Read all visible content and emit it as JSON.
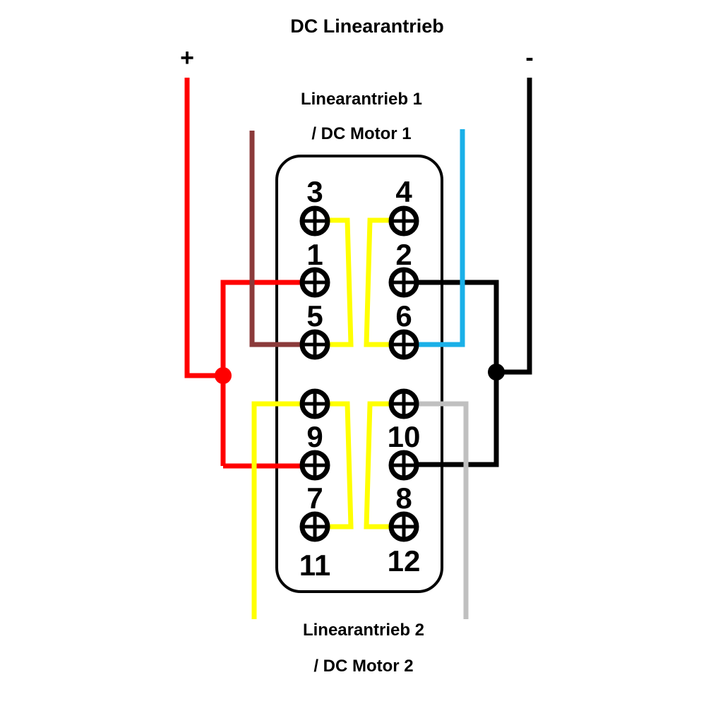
{
  "title": "DC Linearantrieb",
  "plus_sign": "+",
  "minus_sign": "-",
  "motor1": {
    "line1": "Linearantrieb 1",
    "line2": "/ DC Motor 1"
  },
  "motor2": {
    "line1": "Linearantrieb 2",
    "line2": "/ DC Motor 2"
  },
  "terminals": {
    "t1": "1",
    "t2": "2",
    "t3": "3",
    "t4": "4",
    "t5": "5",
    "t6": "6",
    "t7": "7",
    "t8": "8",
    "t9": "9",
    "t10": "10",
    "t11": "11",
    "t12": "12"
  },
  "colors": {
    "positive": "#ff0000",
    "negative": "#000000",
    "motor1_a": "#8b3a3a",
    "motor1_b": "#1ab0e8",
    "motor2_a": "#ffff00",
    "motor2_b": "#c0c0c0",
    "bridge": "#ffff00"
  }
}
